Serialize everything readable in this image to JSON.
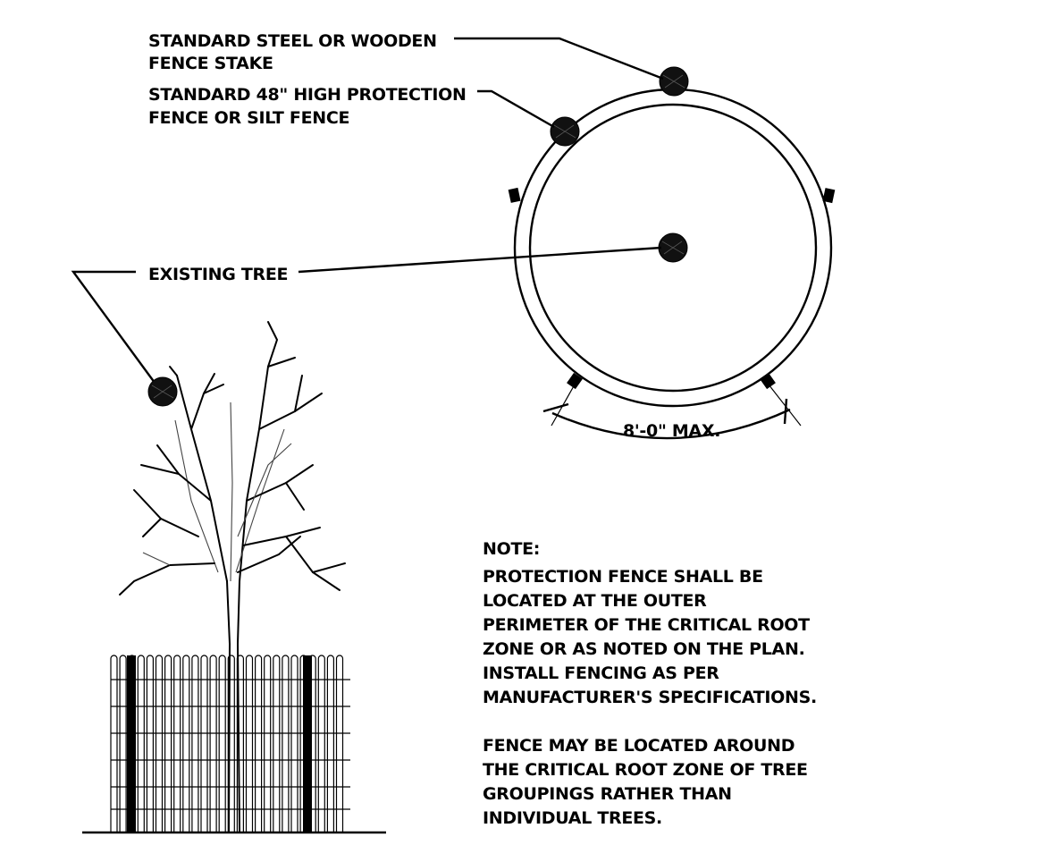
{
  "labels": {
    "stake": [
      "STANDARD STEEL OR WOODEN",
      "FENCE STAKE"
    ],
    "fence": [
      "STANDARD 48\" HIGH PROTECTION",
      "FENCE OR SILT FENCE"
    ],
    "tree": "EXISTING TREE",
    "dimension": "8'-0\" MAX."
  },
  "note": {
    "heading": "NOTE:",
    "paragraph1": [
      "PROTECTION FENCE SHALL BE",
      "LOCATED AT THE OUTER",
      "PERIMETER OF THE CRITICAL ROOT",
      "ZONE OR AS NOTED ON THE PLAN.",
      "INSTALL FENCING AS PER",
      "MANUFACTURER'S SPECIFICATIONS."
    ],
    "paragraph2": [
      "FENCE MAY BE LOCATED AROUND",
      "THE CRITICAL ROOT ZONE OF TREE",
      "GROUPINGS RATHER THAN",
      "INDIVIDUAL TREES."
    ]
  }
}
